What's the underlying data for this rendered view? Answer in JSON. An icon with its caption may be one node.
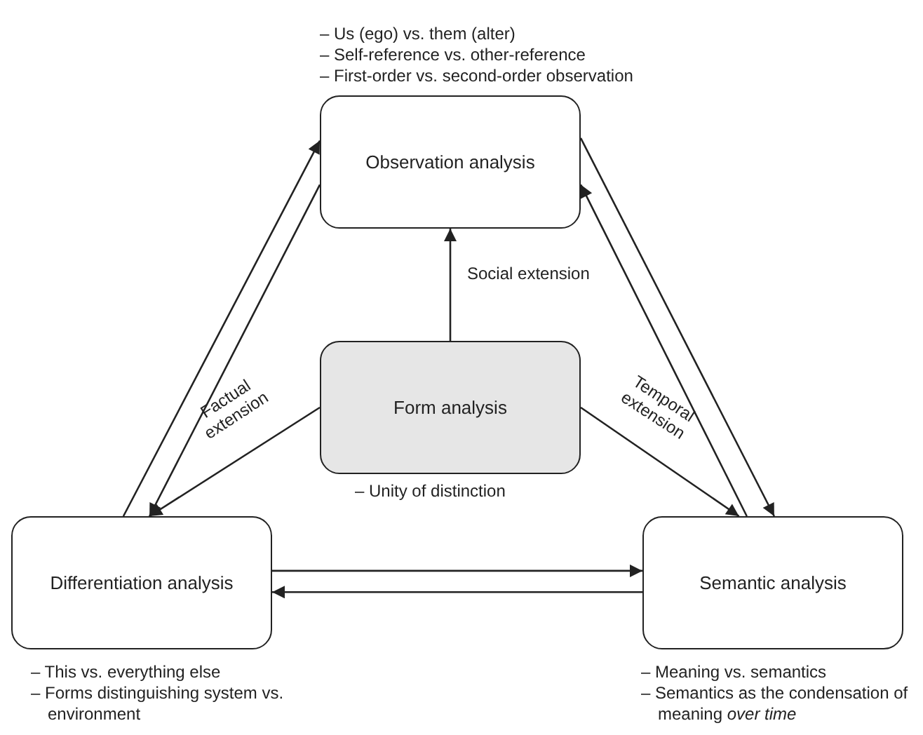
{
  "diagram": {
    "nodes": [
      {
        "text": [
          "Observation analysis"
        ],
        "beside": [
          "– Us (ego) vs. them (alter)",
          "– Self-reference vs. other-reference",
          "– First-order vs. second-order observation"
        ]
      },
      {
        "text": [
          "Form analysis"
        ],
        "beside": [
          "– Unity of distinction"
        ]
      },
      {
        "text": [
          "Differentiation analysis"
        ],
        "beside": [
          "– This vs. everything else",
          "– Forms distinguishing system vs. environment"
        ]
      },
      {
        "text": [
          "Semantic analysis"
        ],
        "beside": [
          "– Meaning vs. semantics",
          "– Semantics as the condensation of meaning *over time*"
        ]
      }
    ],
    "edges": [
      {
        "from": 1,
        "to": 0,
        "arrow": "to",
        "label": "Social extension"
      },
      {
        "from": 1,
        "to": 2,
        "arrow": "to",
        "label": "Factual extension"
      },
      {
        "from": 1,
        "to": 3,
        "arrow": "to",
        "label": "Temporal extension"
      },
      {
        "from": 2,
        "to": 0,
        "arrow": "to"
      },
      {
        "from": 0,
        "to": 2,
        "arrow": "to"
      },
      {
        "from": 0,
        "to": 3,
        "arrow": "to"
      },
      {
        "from": 3,
        "to": 0,
        "arrow": "to"
      },
      {
        "from": 2,
        "to": 3,
        "arrow": "to"
      },
      {
        "from": 3,
        "to": 2,
        "arrow": "to"
      }
    ]
  }
}
